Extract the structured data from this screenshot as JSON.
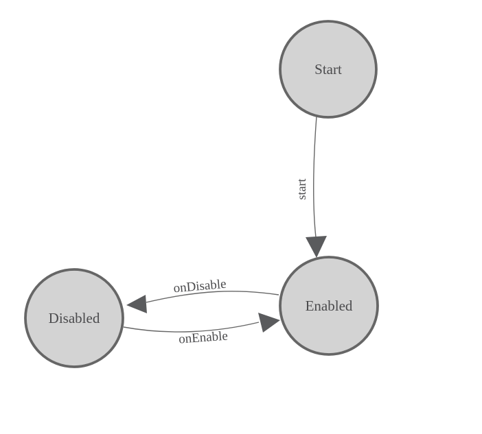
{
  "diagram": {
    "type": "state-machine",
    "nodes": [
      {
        "id": "start",
        "label": "Start"
      },
      {
        "id": "enabled",
        "label": "Enabled"
      },
      {
        "id": "disabled",
        "label": "Disabled"
      }
    ],
    "edges": [
      {
        "from": "Start",
        "to": "Enabled",
        "label": "start"
      },
      {
        "from": "Enabled",
        "to": "Disabled",
        "label": "onDisable"
      },
      {
        "from": "Disabled",
        "to": "Enabled",
        "label": "onEnable"
      }
    ],
    "colors": {
      "node_fill": "#d3d3d3",
      "node_stroke": "#666666",
      "edge_line": "#666666",
      "arrowhead": "#5a5b5d",
      "label_text": "#4b4b4d",
      "background": "#ffffff"
    }
  }
}
